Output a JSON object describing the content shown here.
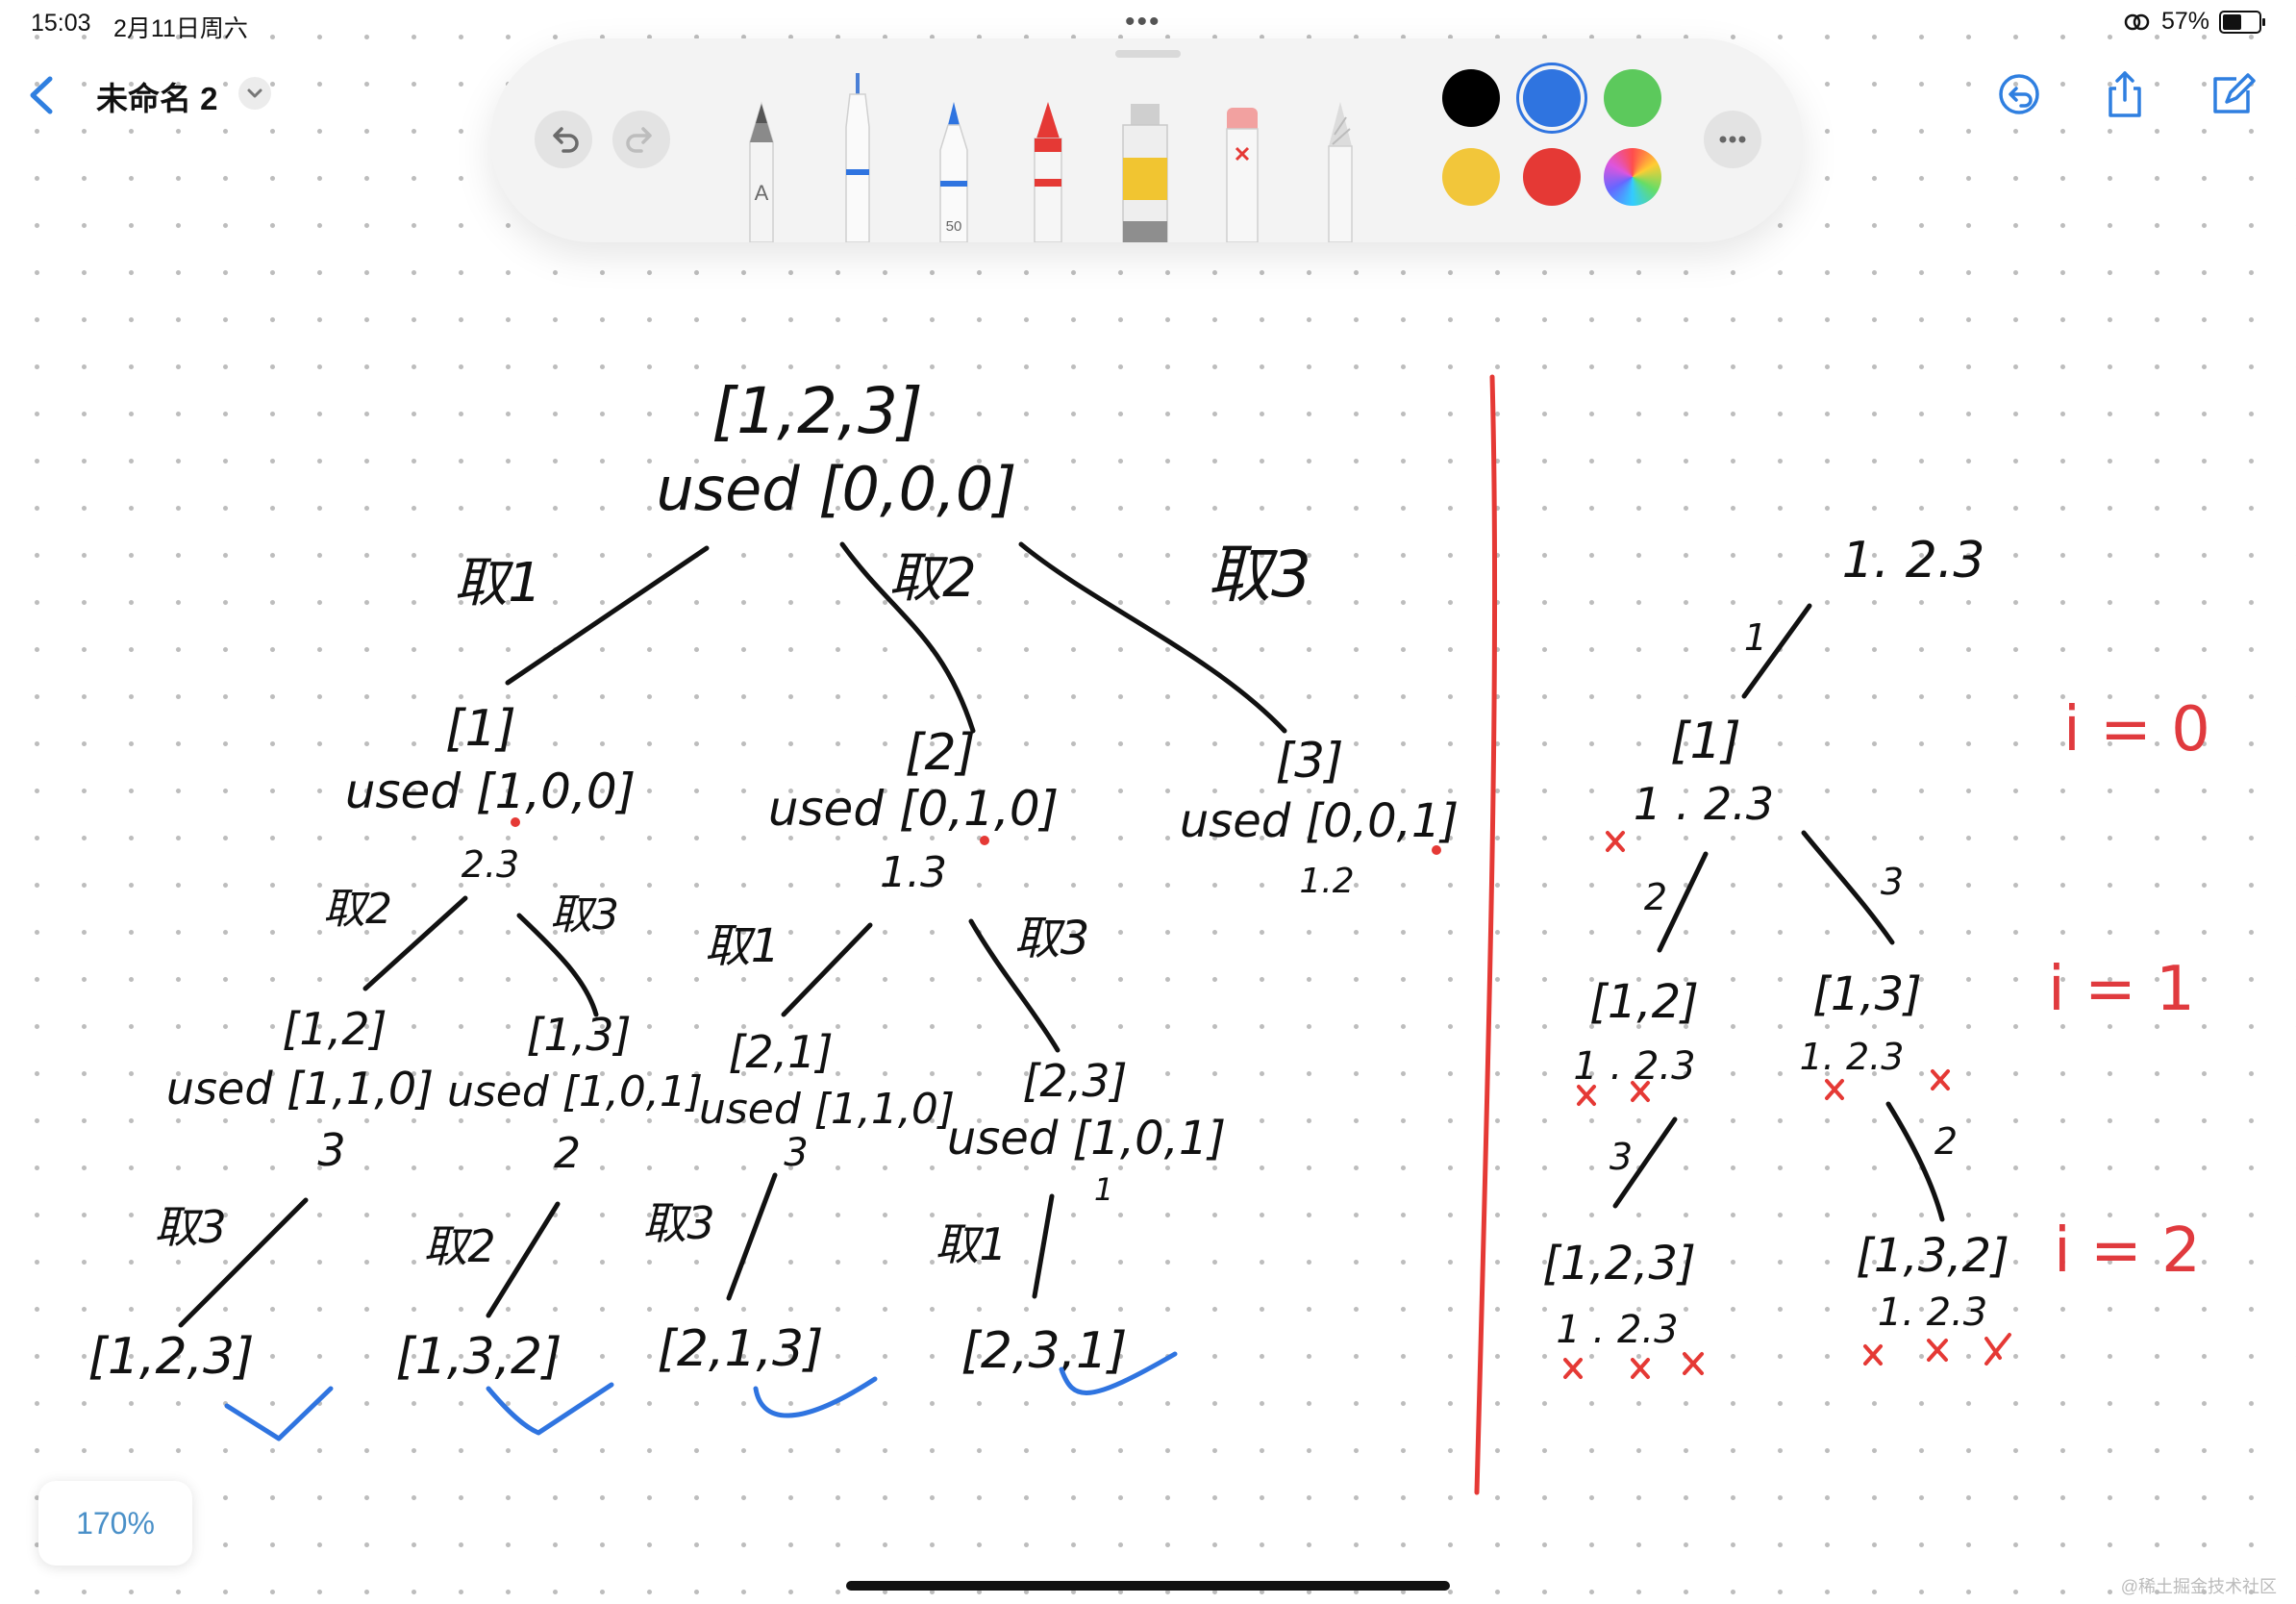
{
  "status_bar": {
    "time": "15:03",
    "date": "2月11日周六",
    "multitask_dots": "•••",
    "battery_percent": "57%",
    "battery_level": 0.57
  },
  "header": {
    "title": "未命名 2"
  },
  "toolbar": {
    "tools": [
      {
        "name": "monoline-pen",
        "label": "A"
      },
      {
        "name": "fineliner",
        "label": ""
      },
      {
        "name": "pen",
        "label": "50"
      },
      {
        "name": "crayon",
        "label": ""
      },
      {
        "name": "watercolor",
        "label": ""
      },
      {
        "name": "eraser",
        "label": ""
      },
      {
        "name": "pencil",
        "label": ""
      }
    ],
    "colors": [
      "#000000",
      "#2f74e0",
      "#5cc95c",
      "#f2c63a",
      "#e53935",
      "rainbow"
    ],
    "selected_color": "#2f74e0"
  },
  "drawing": {
    "left_tree": {
      "root": {
        "array": "[1,2,3]",
        "used": "used [0,0,0]"
      },
      "edge_labels": [
        "取1",
        "取2",
        "取3"
      ],
      "level1": [
        {
          "node": "[1]",
          "used": "used [1,0,0]",
          "remaining": "2.3"
        },
        {
          "node": "[2]",
          "used": "used [0,1,0]",
          "remaining": "1.3"
        },
        {
          "node": "[3]",
          "used": "used [0,0,1]",
          "remaining": "1.2"
        }
      ],
      "level2_edges": [
        "取2",
        "取3",
        "取1",
        "取3"
      ],
      "level2": [
        {
          "node": "[1,2]",
          "used": "used [1,1,0]",
          "remaining": "3"
        },
        {
          "node": "[1,3]",
          "used": "used [1,0,1]",
          "remaining": "2"
        },
        {
          "node": "[2,1]",
          "used": "used [1,1,0]",
          "remaining": "3"
        },
        {
          "node": "[2,3]",
          "used": "used [1,0,1]",
          "remaining": "1"
        }
      ],
      "level3_edges": [
        "取3",
        "取2",
        "取3",
        "取1"
      ],
      "leaves": [
        "[1,2,3]",
        "[1,3,2]",
        "[2,1,3]",
        "[2,3,1]"
      ]
    },
    "right_tree": {
      "root": "1. 2.3",
      "edge1": "1",
      "node1": "[1]",
      "node1_choices": "1 . 2.3",
      "edges2": [
        "2",
        "3"
      ],
      "level2": [
        {
          "node": "[1,2]",
          "choices": "1 . 2.3"
        },
        {
          "node": "[1,3]",
          "choices": "1. 2.3"
        }
      ],
      "edges3": [
        "3",
        "2"
      ],
      "level3": [
        {
          "node": "[1,2,3]",
          "choices": "1 . 2.3"
        },
        {
          "node": "[1,3,2]",
          "choices": "1. 2.3"
        }
      ],
      "annotations": [
        "i = 0",
        "i = 1",
        "i = 2"
      ]
    }
  },
  "zoom_level": "170%",
  "watermark": "@稀土掘金技术社区"
}
